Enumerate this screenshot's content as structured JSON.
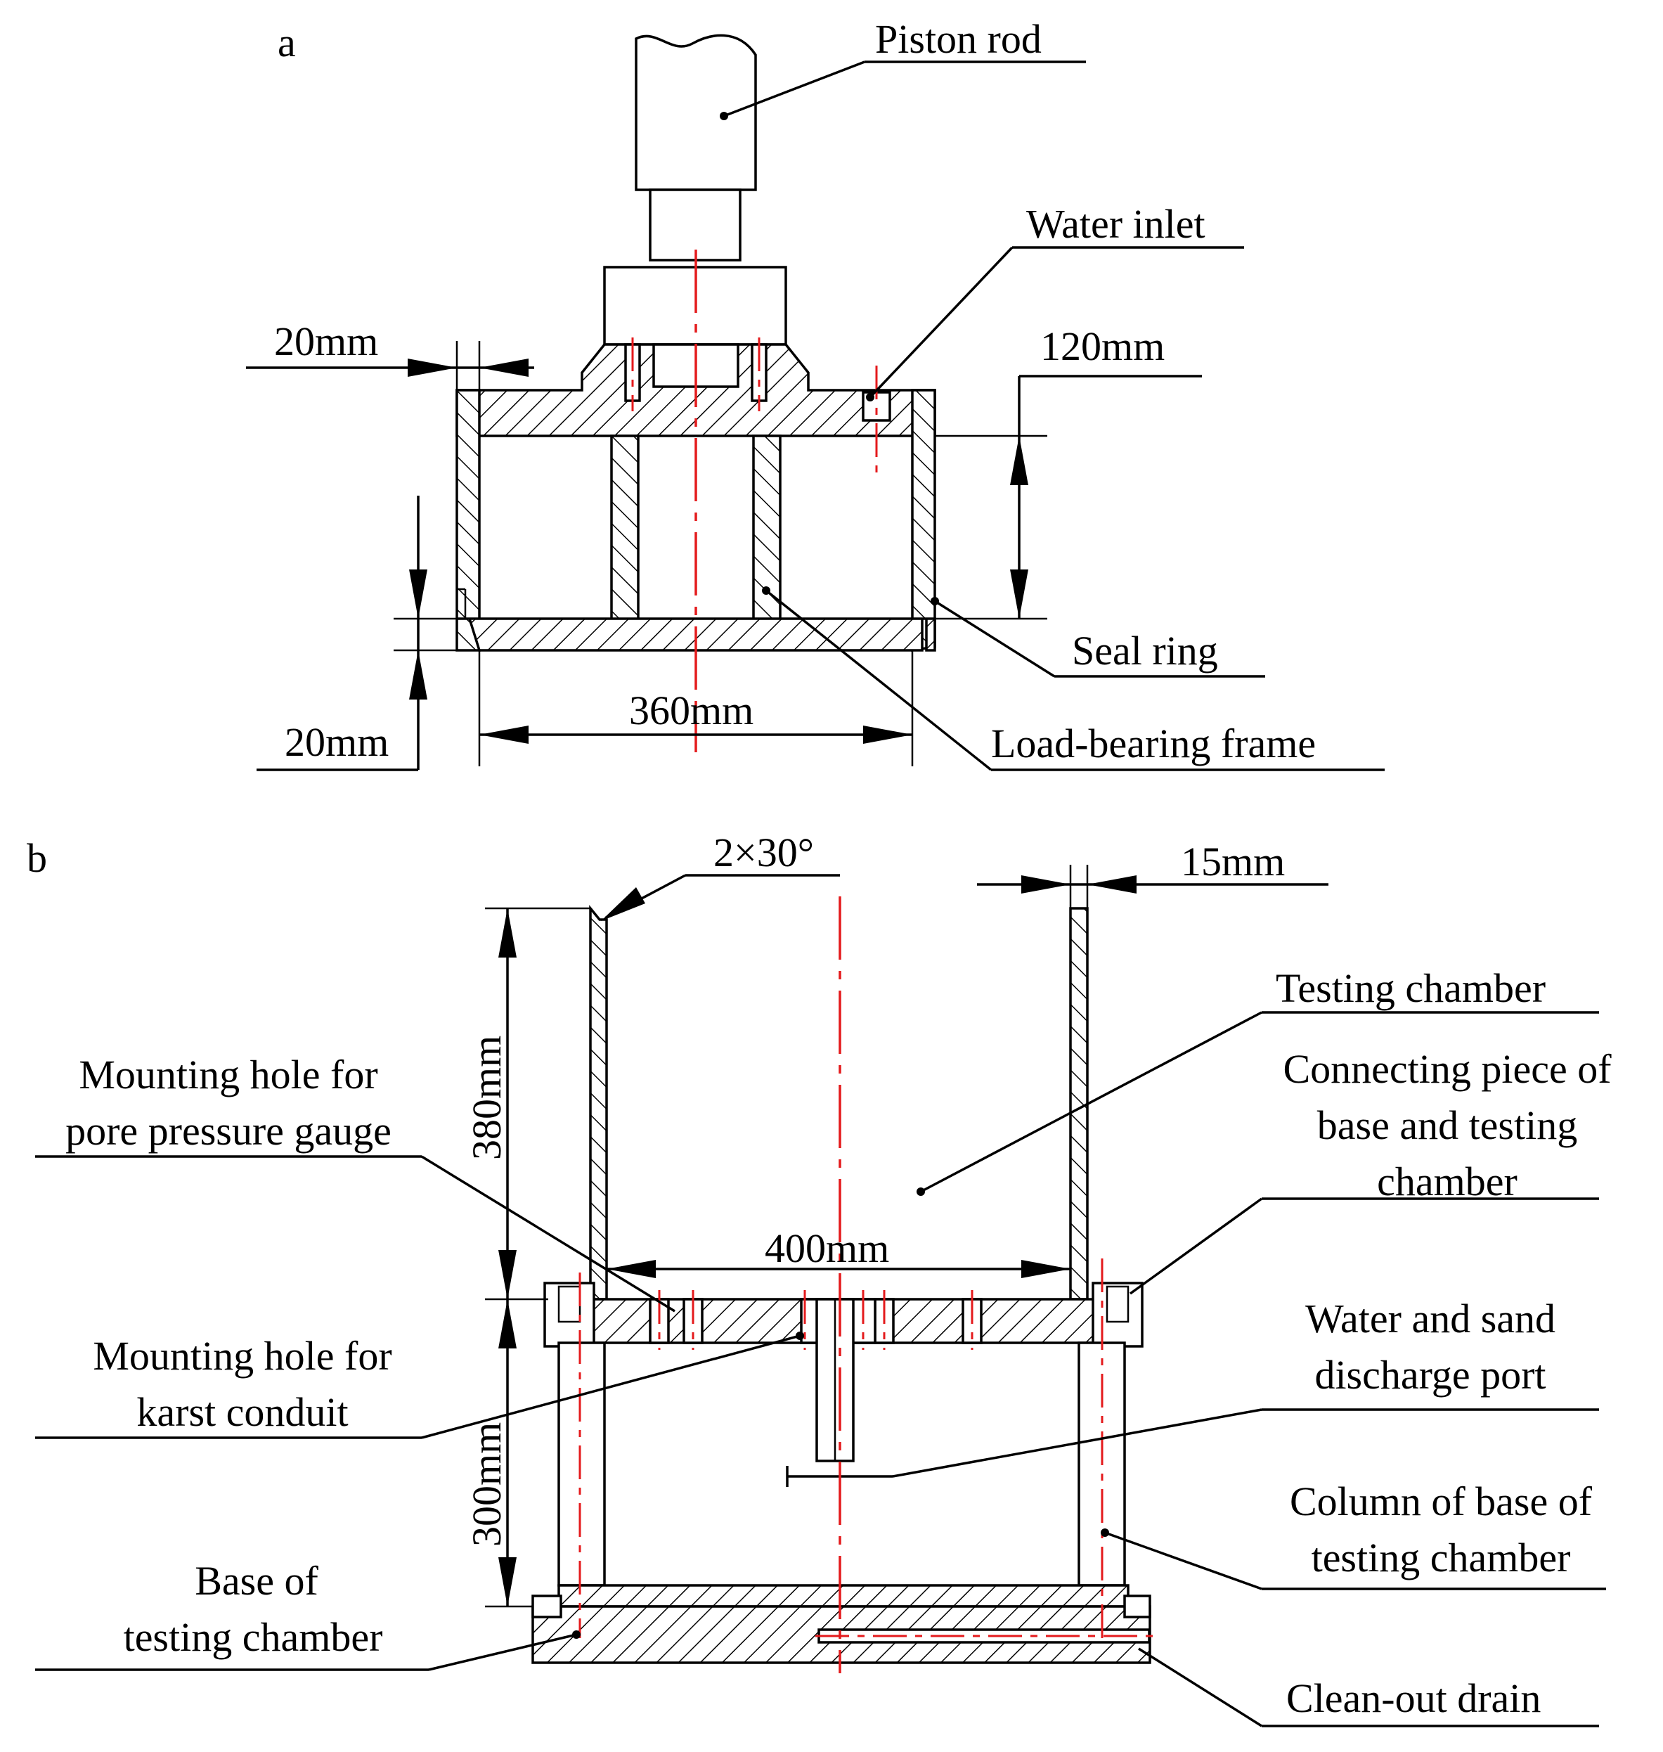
{
  "panel_a": {
    "tag": "a",
    "labels": {
      "piston_rod": "Piston rod",
      "water_inlet": "Water inlet",
      "seal_ring": "Seal ring",
      "load_bearing_frame": "Load-bearing frame"
    },
    "dims": {
      "wall": "20mm",
      "height": "120mm",
      "bottom": "20mm",
      "width": "360mm"
    }
  },
  "panel_b": {
    "tag": "b",
    "labels": {
      "testing_chamber": "Testing chamber",
      "connecting_piece": [
        "Connecting piece of",
        "base and testing",
        "chamber"
      ],
      "mounting_pore": [
        "Mounting hole for",
        "pore pressure gauge"
      ],
      "mounting_karst": [
        "Mounting hole for",
        "karst conduit"
      ],
      "water_sand": [
        "Water and sand",
        "discharge port"
      ],
      "column": [
        "Column of base of",
        "testing chamber"
      ],
      "base": [
        "Base of",
        "testing chamber"
      ],
      "clean_out": "Clean-out drain"
    },
    "dims": {
      "chamfer": "2×30°",
      "wall": "15mm",
      "chamber_height": "380mm",
      "inner_width": "400mm",
      "base_height": "300mm"
    }
  },
  "colors": {
    "centerline": "#e41a1c",
    "line": "#000000"
  }
}
